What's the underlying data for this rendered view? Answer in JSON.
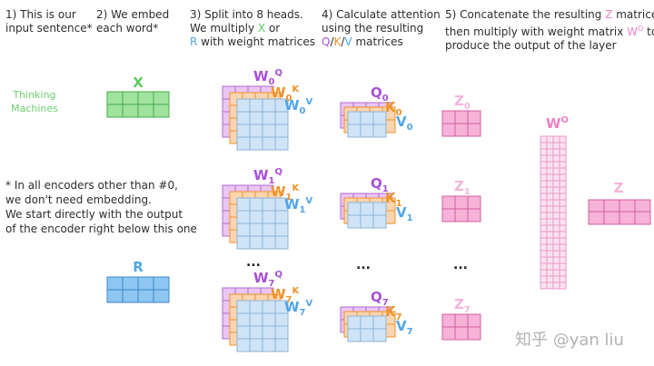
{
  "steps": [
    {
      "line1": "1) This is our",
      "line2": "input sentence*"
    },
    {
      "line1": "2) We embed",
      "line2": "each word*"
    },
    {
      "line1": "3) Split into 8 heads.",
      "line2a": "We multiply ",
      "line2x": "X",
      "line2b": " or",
      "line3r": "R",
      "line3b": " with weight matrices"
    },
    {
      "line1": "4) Calculate attention",
      "line2": "using the resulting",
      "line3q": "Q",
      "line3k": "K",
      "line3v": "V",
      "line3b": " matrices"
    },
    {
      "line1a": "5) Concatenate the resulting ",
      "line1z": "Z",
      "line1b": " matrices,",
      "line2a": "then multiply with weight matrix ",
      "line2w": "W",
      "line2sup": "O",
      "line2b": " to",
      "line3": "produce the output of the layer"
    }
  ],
  "input_sentence": {
    "word1": "Thinking",
    "word2": "Machines"
  },
  "embedding_label": "X",
  "r_label": "R",
  "note": {
    "line1": "* In all encoders other than #0,",
    "line2": "we don't need embedding.",
    "line3": "We start directly with the output",
    "line4": "of the encoder right below this one"
  },
  "heads": [
    {
      "idx": "0",
      "sub": "0"
    },
    {
      "idx": "1",
      "sub": "1"
    },
    {
      "idx": "7",
      "sub": "7"
    }
  ],
  "labels": {
    "w": "W",
    "q": "Q",
    "k": "K",
    "v": "V",
    "z": "Z",
    "ellipsis": "...",
    "wo_main": "W",
    "wo_sup": "O",
    "z_final": "Z"
  },
  "watermark": "知乎 @yan liu",
  "colors": {
    "green": "#5cc95c",
    "blue": "#4ea6e8",
    "purple": "#a84fd6",
    "orange": "#f0922a",
    "pink": "#ee82c4"
  }
}
